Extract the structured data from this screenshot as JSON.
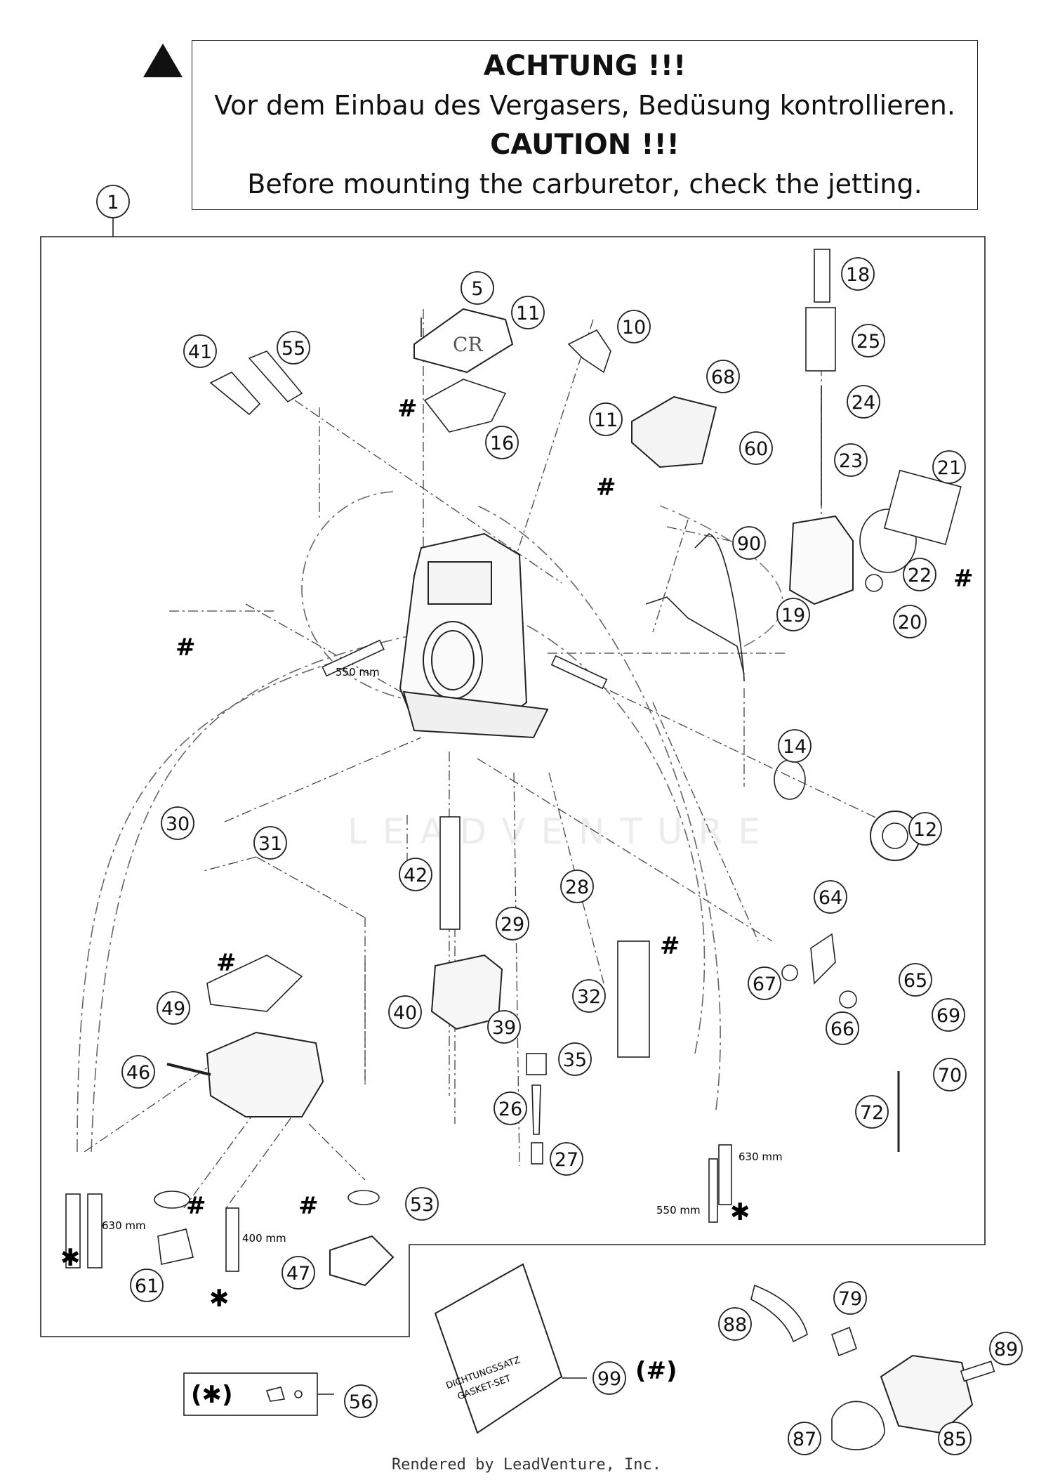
{
  "warning": {
    "title_de": "ACHTUNG !!!",
    "text_de": "Vor dem Einbau des Vergasers, Bedüsung kontrollieren.",
    "title_en": "CAUTION !!!",
    "text_en": "Before mounting the carburetor, check the jetting."
  },
  "watermark": "LEADVENTURE",
  "footer": "Rendered by LeadVenture, Inc.",
  "parts": {
    "p1": "1",
    "p5": "5",
    "p10": "10",
    "p11a": "11",
    "p11b": "11",
    "p12": "12",
    "p14": "14",
    "p16": "16",
    "p18": "18",
    "p19": "19",
    "p20": "20",
    "p21": "21",
    "p22": "22",
    "p23": "23",
    "p24": "24",
    "p25": "25",
    "p26": "26",
    "p27": "27",
    "p28": "28",
    "p29": "29",
    "p30": "30",
    "p31": "31",
    "p32": "32",
    "p35": "35",
    "p39": "39",
    "p40": "40",
    "p41": "41",
    "p42": "42",
    "p46": "46",
    "p47": "47",
    "p49": "49",
    "p53": "53",
    "p55": "55",
    "p56": "56",
    "p60": "60",
    "p61": "61",
    "p64": "64",
    "p65": "65",
    "p66": "66",
    "p67": "67",
    "p68": "68",
    "p69": "69",
    "p70": "70",
    "p72": "72",
    "p79": "79",
    "p85": "85",
    "p87": "87",
    "p88": "88",
    "p89": "89",
    "p90": "90",
    "p99": "99"
  },
  "measurements": {
    "m550a": "550 mm",
    "m550b": "550 mm",
    "m630a": "630 mm",
    "m630b": "630 mm",
    "m400": "400 mm"
  },
  "symbols": {
    "hash": "#",
    "star": "✱",
    "hash_paren": "(#)",
    "star_paren": "(✱)"
  },
  "gasket_bag": {
    "line1": "DICHTUNGSSATZ",
    "line2": "GASKET-SET"
  }
}
